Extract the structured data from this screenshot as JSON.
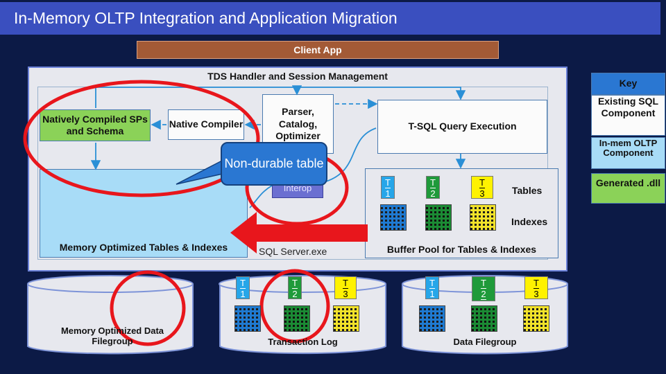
{
  "title": "In-Memory OLTP Integration and Application Migration",
  "client_app": "Client App",
  "tds": "TDS Handler and Session Management",
  "natively_compiled": "Natively Compiled SPs and Schema",
  "native_compiler": "Native Compiler",
  "parser": "Parser, Catalog, Optimizer",
  "tsql": "T-SQL Query Execution",
  "interop": "Interop",
  "memtables": "Memory Optimized  Tables & Indexes",
  "sqlserver_exe": "SQL Server.exe",
  "bufferpool": "Buffer Pool for Tables & Indexes",
  "tables_label": "Tables",
  "indexes_label": "Indexes",
  "callout": "Non-durable table",
  "t_labels": [
    "T 1",
    "T 2",
    "T 3"
  ],
  "t_parts": [
    [
      "T",
      "1"
    ],
    [
      "T",
      "2"
    ],
    [
      "T",
      "3"
    ]
  ],
  "filegroup_mem": "Memory Optimized Data Filegroup",
  "transaction_log": "Transaction Log",
  "data_filegroup": "Data Filegroup",
  "legend": {
    "key": "Key",
    "existing": "Existing SQL Component",
    "inmem": "In-mem OLTP Component",
    "generated": "Generated .dll"
  },
  "colors": {
    "background": "#0c1a46",
    "title_bar": "#3a4fbf",
    "client_app": "#a35a36",
    "green": "#8bd258",
    "light_blue": "#a8dcf7",
    "interop": "#6b6fd1",
    "red": "#e8161c",
    "callout": "#2a77d2"
  }
}
